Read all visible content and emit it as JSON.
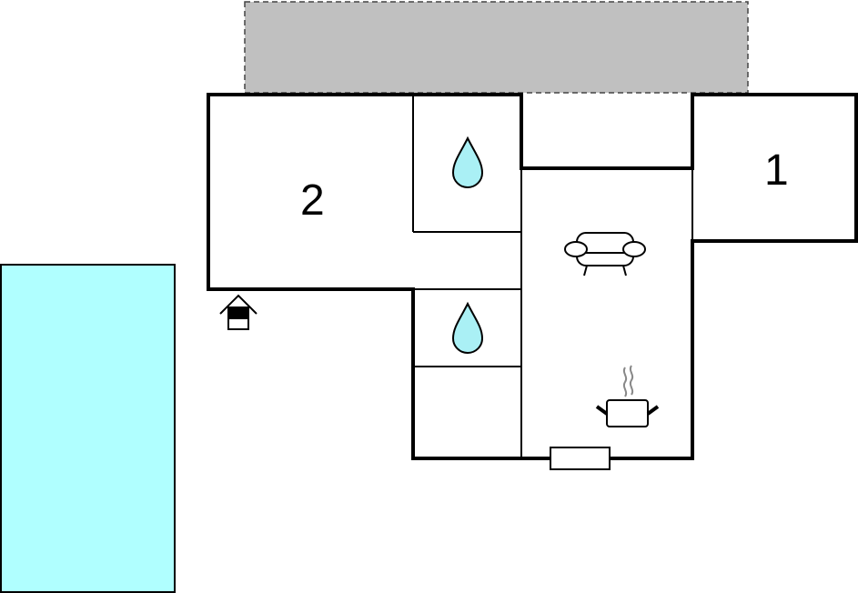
{
  "plan": {
    "rooms": [
      {
        "id": "bedroom-2",
        "label": "2"
      },
      {
        "id": "bedroom-1",
        "label": "1"
      }
    ],
    "icons": [
      "water-drop-icon",
      "water-drop-icon",
      "sofa-icon",
      "cooking-pot-icon",
      "entrance-house-icon"
    ],
    "colors": {
      "terrace": "#c0c0c0",
      "pool": "#b0ffff",
      "water": "#aaf0f5",
      "wall": "#000000"
    }
  }
}
